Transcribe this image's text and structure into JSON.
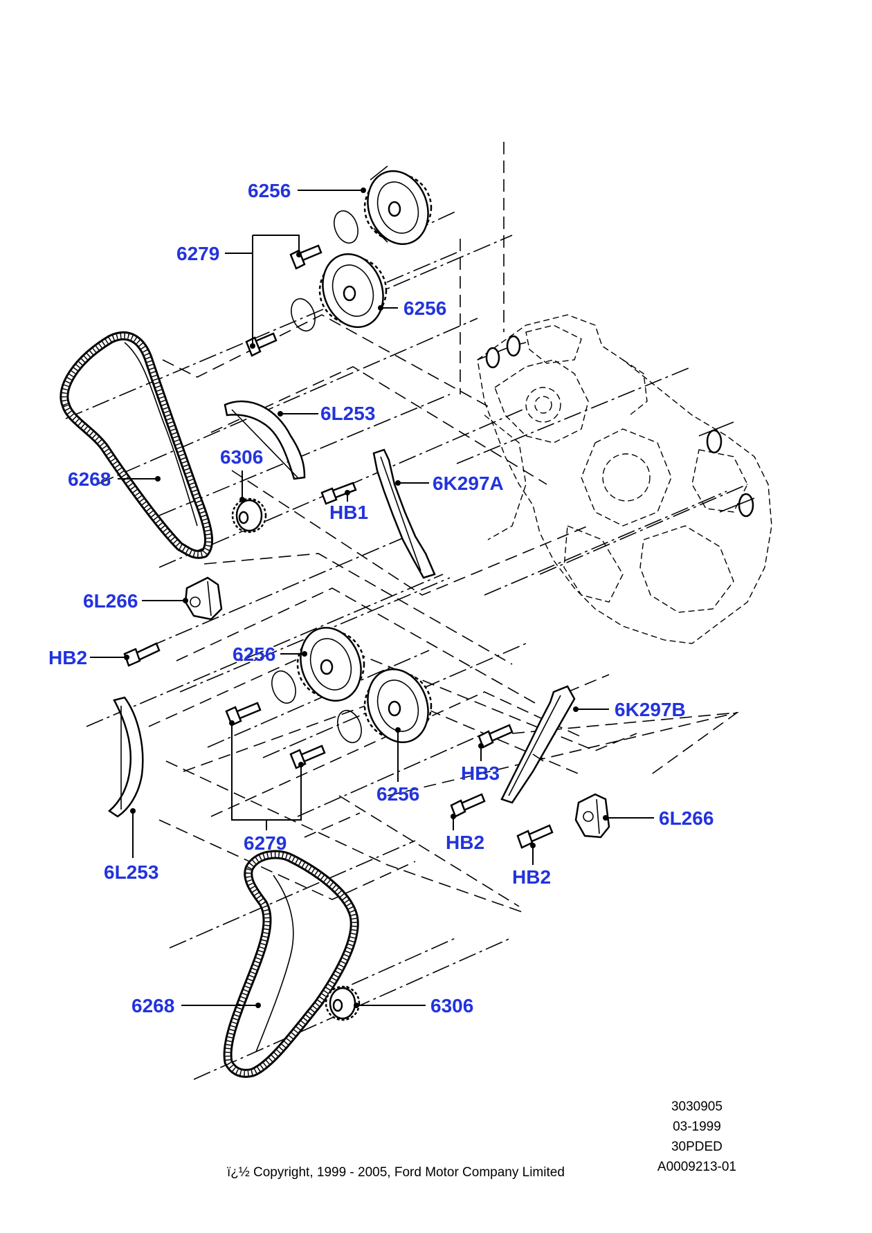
{
  "callouts": {
    "c_6256_a": "6256",
    "c_6279_a": "6279",
    "c_6256_b": "6256",
    "c_6L253_a": "6L253",
    "c_6306_a": "6306",
    "c_6268_a": "6268",
    "c_6K297A": "6K297A",
    "c_HB1": "HB1",
    "c_6L266_a": "6L266",
    "c_HB2_a": "HB2",
    "c_6256_c": "6256",
    "c_6K297B": "6K297B",
    "c_HB3": "HB3",
    "c_6256_d": "6256",
    "c_HB2_b": "HB2",
    "c_6L266_b": "6L266",
    "c_6L253_b": "6L253",
    "c_6279_b": "6279",
    "c_HB2_c": "HB2",
    "c_6268_b": "6268",
    "c_6306_b": "6306"
  },
  "meta": {
    "line1": "3030905",
    "line2": "03-1999",
    "line3": "30PDED",
    "line4": "A0009213-01",
    "copyright": "ï¿½ Copyright, 1999 - 2005, Ford Motor Company Limited"
  },
  "colors": {
    "callout": "#2233dd",
    "line": "#000000",
    "background": "#ffffff"
  }
}
